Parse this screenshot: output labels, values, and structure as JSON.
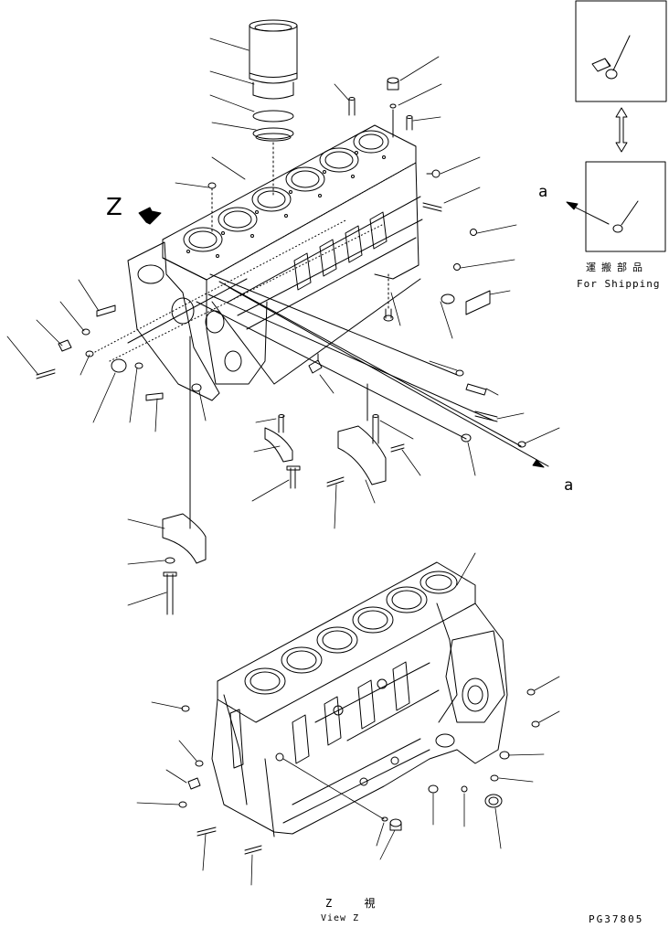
{
  "labels": {
    "view_marker": "Z",
    "ref_a_top": "a",
    "ref_a_bottom": "a",
    "shipping_jp": "運搬部品",
    "shipping_en": "For Shipping",
    "view_jp": "Z 視",
    "view_en": "View Z",
    "drawing_no": "PG37805"
  },
  "colors": {
    "line": "#000000",
    "background": "#ffffff"
  },
  "icons": [
    "cylinder-block",
    "cylinder-liner",
    "o-ring",
    "bolt",
    "plug",
    "dowel-pin",
    "main-bearing-cap",
    "arrow"
  ]
}
